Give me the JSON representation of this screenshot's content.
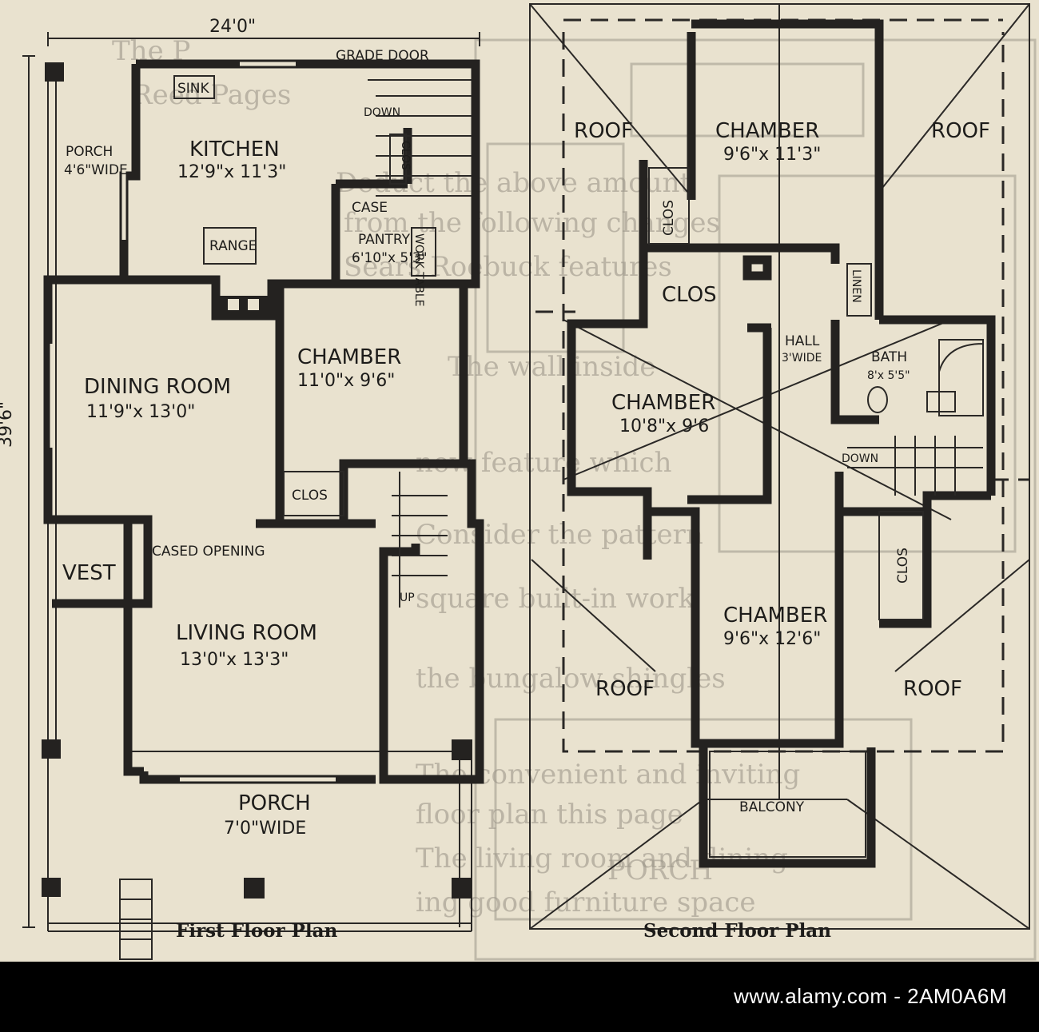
{
  "first_floor": {
    "caption": "First Floor Plan",
    "width_dim": "24'0\"",
    "depth_dim": "39'6\"",
    "grade_door": "GRADE DOOR",
    "sink": "SINK",
    "down": "DOWN",
    "clos_kitchen": "CLOS",
    "case": "CASE",
    "work_table": "WORK TABLE",
    "range": "RANGE",
    "porch_side_name": "PORCH",
    "porch_side_dim": "4'6\"WIDE",
    "kitchen_name": "KITCHEN",
    "kitchen_dim": "12'9\"x 11'3\"",
    "pantry_name": "PANTRY",
    "pantry_dim": "6'10\"x 5'3\"",
    "dining_name": "DINING ROOM",
    "dining_dim": "11'9\"x 13'0\"",
    "chamber_name": "CHAMBER",
    "chamber_dim": "11'0\"x 9'6\"",
    "clos": "CLOS",
    "cased_opening": "CASED OPENING",
    "vest": "VEST",
    "up": "UP",
    "living_name": "LIVING ROOM",
    "living_dim": "13'0\"x 13'3\"",
    "porch_front_name": "PORCH",
    "porch_front_dim": "7'0\"WIDE"
  },
  "second_floor": {
    "caption": "Second Floor Plan",
    "roof_tl": "ROOF",
    "roof_tr": "ROOF",
    "roof_bl": "ROOF",
    "roof_br": "ROOF",
    "chamber_top_name": "CHAMBER",
    "chamber_top_dim": "9'6\"x 11'3\"",
    "clos_left": "CLOS",
    "clos_mid": "CLOS",
    "linen": "LINEN",
    "hall_name": "HALL",
    "hall_dim": "3'WIDE",
    "bath_name": "BATH",
    "bath_dim": "8'x 5'5\"",
    "chamber_mid_name": "CHAMBER",
    "chamber_mid_dim": "10'8\"x 9'6",
    "down": "DOWN",
    "clos_right": "CLOS",
    "chamber_bot_name": "CHAMBER",
    "chamber_bot_dim": "9'6\"x 12'6\"",
    "balcony": "BALCONY"
  },
  "watermark": "www.alamy.com - 2AM0A6M",
  "colors": {
    "paper": "#e9e2cf",
    "ink": "#242220",
    "ghost": "#9d978a"
  }
}
